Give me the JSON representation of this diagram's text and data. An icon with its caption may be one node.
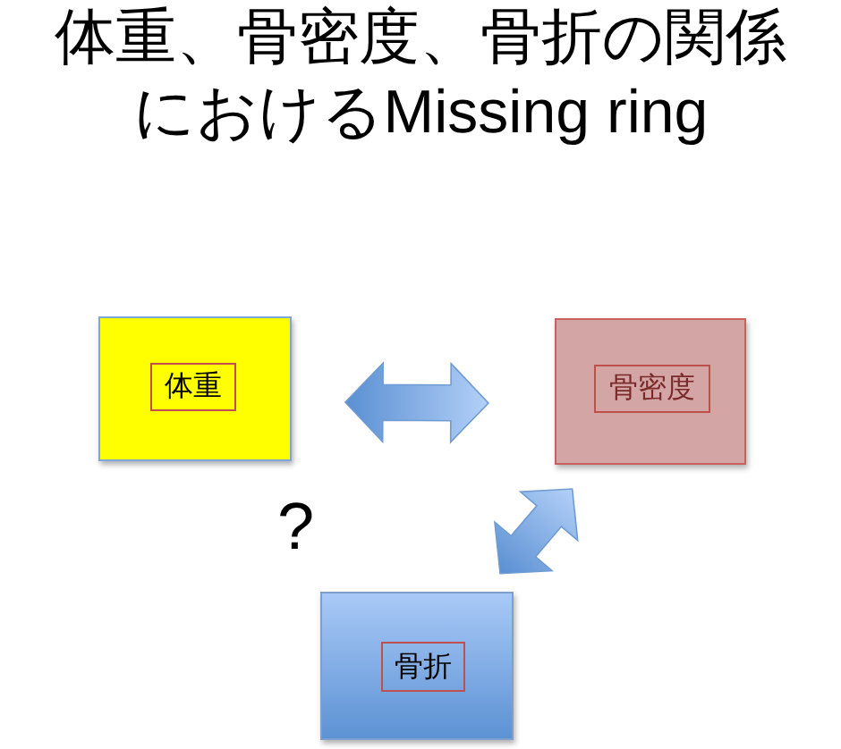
{
  "diagram": {
    "title": "体重、骨密度、骨折の関係におけるMissing ring",
    "nodes": [
      {
        "text": [],
        "shape": "box"
      },
      {
        "text": [
          "体重"
        ],
        "in": 0
      },
      {
        "text": [],
        "shape": "box"
      },
      {
        "text": [
          "骨密度"
        ],
        "in": 2
      },
      {
        "text": [],
        "shape": "box"
      },
      {
        "text": [
          "骨折"
        ],
        "in": 4
      }
    ],
    "edges": [
      {
        "from": 0,
        "to": 2,
        "arrow": "both"
      },
      {
        "from": 4,
        "to": 2,
        "arrow": "both"
      }
    ],
    "labels": [
      "?"
    ]
  }
}
